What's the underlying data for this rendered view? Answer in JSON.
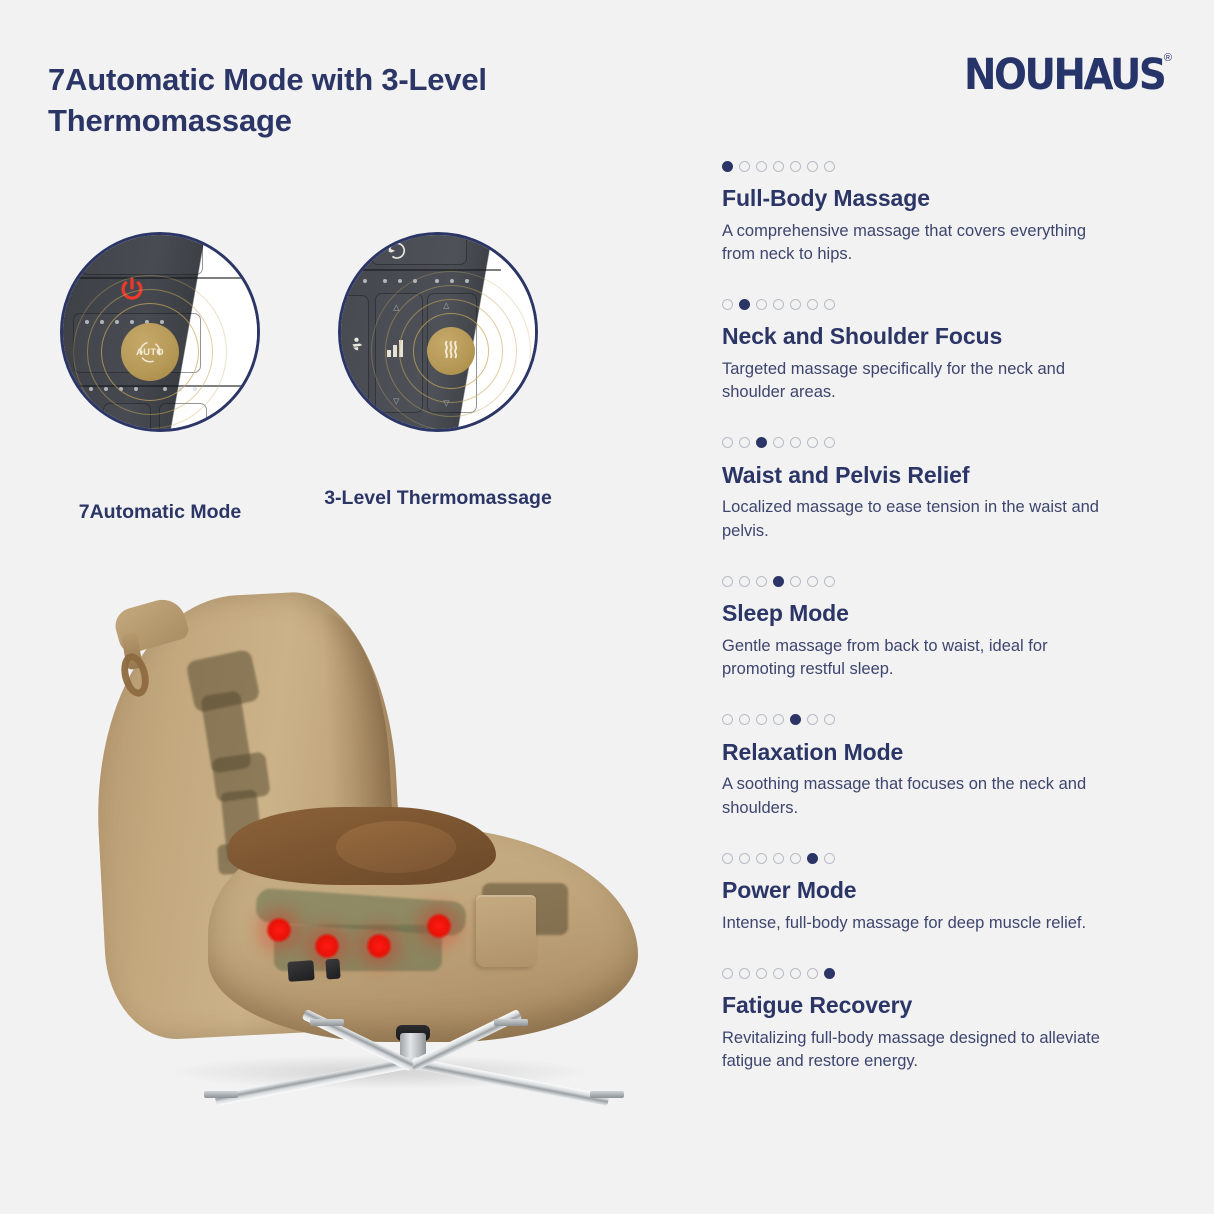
{
  "brand": {
    "name": "NOUHAUS",
    "trademark": "®",
    "color": "#273469"
  },
  "header": {
    "title": "7Automatic Mode with 3-Level Thermomassage"
  },
  "theme": {
    "background": "#f2f2f2",
    "navy": "#2b3566",
    "gold": "#b79a58",
    "red": "#e8392c",
    "fabric": "#c3a87e"
  },
  "details": [
    {
      "caption": "7Automatic Mode",
      "button_label": "AUTO",
      "icons": [
        "power-icon",
        "auto-rotate-icon"
      ]
    },
    {
      "caption": "3-Level Thermomassage",
      "button_label": "",
      "icons": [
        "heat-waves-icon",
        "level-bars-icon",
        "recline-person-icon",
        "rotate-icon"
      ]
    }
  ],
  "features": [
    {
      "index": 1,
      "title": "Full-Body Massage",
      "desc": "A comprehensive massage that covers everything from neck to hips."
    },
    {
      "index": 2,
      "title": "Neck and Shoulder Focus",
      "desc": "Targeted massage specifically for the neck and shoulder areas."
    },
    {
      "index": 3,
      "title": "Waist and Pelvis Relief",
      "desc": "Localized massage to ease tension in the waist and pelvis."
    },
    {
      "index": 4,
      "title": "Sleep Mode",
      "desc": "Gentle massage from back to waist, ideal for promoting restful sleep."
    },
    {
      "index": 5,
      "title": "Relaxation Mode",
      "desc": "A soothing massage that focuses on the neck and shoulders."
    },
    {
      "index": 6,
      "title": "Power Mode",
      "desc": "Intense, full-body massage for deep muscle relief."
    },
    {
      "index": 7,
      "title": "Fatigue Recovery",
      "desc": "Revitalizing full-body massage designed to alleviate fatigue and restore energy."
    }
  ],
  "dots_total": 7,
  "chair": {
    "heat_nodes": 4,
    "base_type": "4-star chrome swivel base"
  }
}
